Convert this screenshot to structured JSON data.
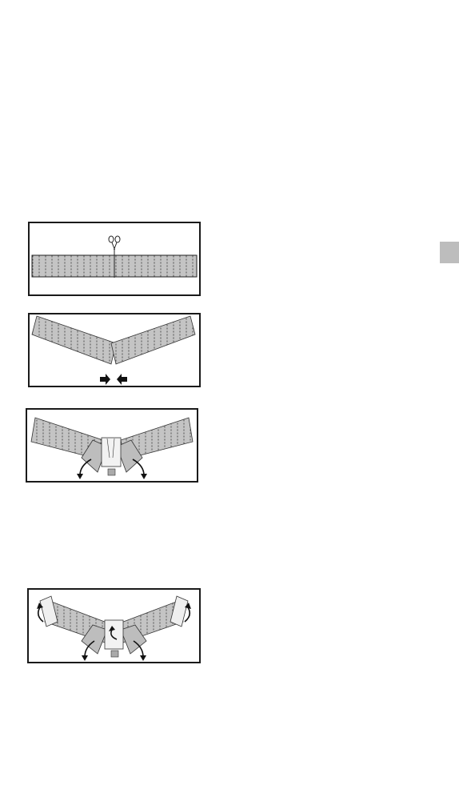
{
  "page": {
    "background": "#ffffff",
    "tab_color": "#bdbdbd",
    "strip_color": "#c4c4c4",
    "frame_color": "#1a1a1a"
  },
  "figures": [
    {
      "id": "fig1",
      "icon": "scissors-icon",
      "arrows": "none"
    },
    {
      "id": "fig2",
      "icon": "push-together-arrows-icon",
      "arrows": "inward"
    },
    {
      "id": "fig3",
      "icon": "fold-down-arrows-icon",
      "arrows": "outward-down"
    },
    {
      "id": "fig4",
      "icon": "fold-ends-arrows-icon",
      "arrows": "outward-down-and-up"
    }
  ]
}
